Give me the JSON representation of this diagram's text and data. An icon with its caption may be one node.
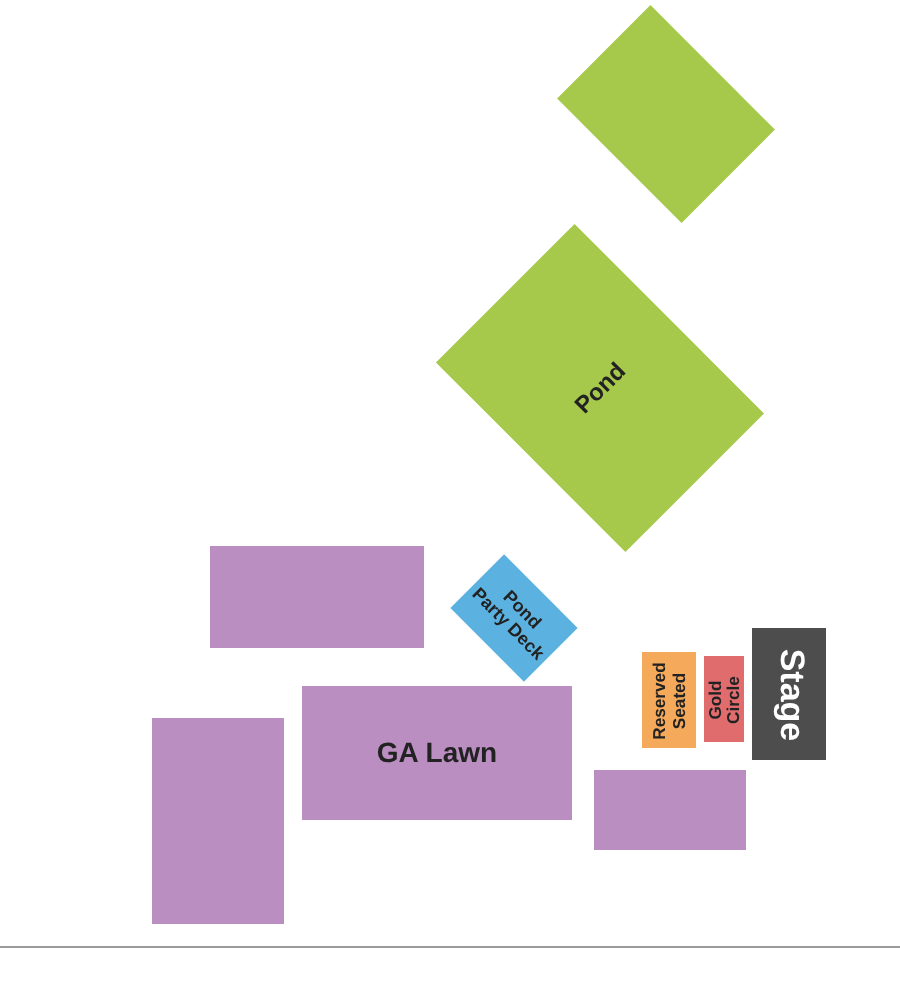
{
  "diagram": {
    "nodes": [
      {
        "text": [],
        "shape": "box"
      },
      {
        "text": [
          "Pond"
        ]
      },
      {
        "text": [],
        "shape": "box"
      },
      {
        "text": [
          "Pond Party Deck"
        ]
      },
      {
        "text": [
          "Reserved Seated"
        ]
      },
      {
        "text": [
          "Gold Circle"
        ]
      },
      {
        "text": [
          "Stage"
        ]
      },
      {
        "text": [
          "GA Lawn"
        ]
      },
      {
        "text": [],
        "shape": "box"
      },
      {
        "text": [],
        "shape": "box"
      }
    ]
  }
}
